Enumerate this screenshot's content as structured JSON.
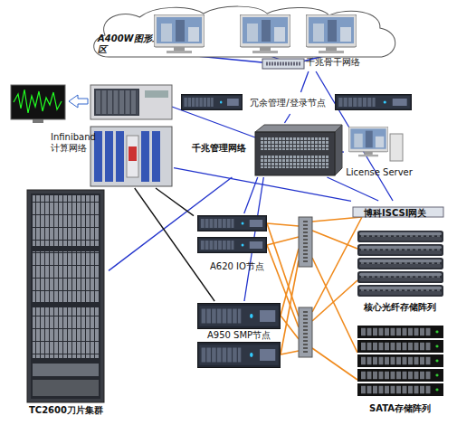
{
  "diagram": {
    "nodes": [
      {
        "text": [
          "A400W图形工作站区"
        ]
      },
      {
        "text": [
          "千兆骨干网络"
        ]
      },
      {
        "text": [
          "冗余管理/登录节点"
        ]
      },
      {
        "text": [
          "Infiniband 计算网络"
        ]
      },
      {
        "text": [
          "千兆管理网络"
        ]
      },
      {
        "text": [
          "License Server"
        ]
      },
      {
        "text": [
          "博科ISCSI网关"
        ]
      },
      {
        "text": [
          "A620 IO节点"
        ]
      },
      {
        "text": [
          "核心光纤存储阵列"
        ]
      },
      {
        "text": [
          "A950 SMP节点"
        ]
      },
      {
        "text": [
          "SATA存储阵列"
        ]
      },
      {
        "text": [
          "TC2600刀片集群"
        ]
      }
    ],
    "edges": [
      {
        "from": 1,
        "to": 2,
        "arrow": "none"
      },
      {
        "from": 1,
        "to": 6,
        "arrow": "none"
      },
      {
        "from": 4,
        "to": 2,
        "arrow": "none"
      },
      {
        "from": 4,
        "to": 5,
        "arrow": "none"
      },
      {
        "from": 4,
        "to": 6,
        "arrow": "none"
      },
      {
        "from": 4,
        "to": 7,
        "arrow": "none"
      },
      {
        "from": 4,
        "to": 9,
        "arrow": "none"
      },
      {
        "from": 4,
        "to": 11,
        "arrow": "none"
      },
      {
        "from": 3,
        "to": 11,
        "arrow": "none"
      },
      {
        "from": 3,
        "to": 7,
        "arrow": "none"
      },
      {
        "from": 3,
        "to": 9,
        "arrow": "none"
      },
      {
        "from": 3,
        "to": 6,
        "arrow": "none"
      }
    ]
  }
}
